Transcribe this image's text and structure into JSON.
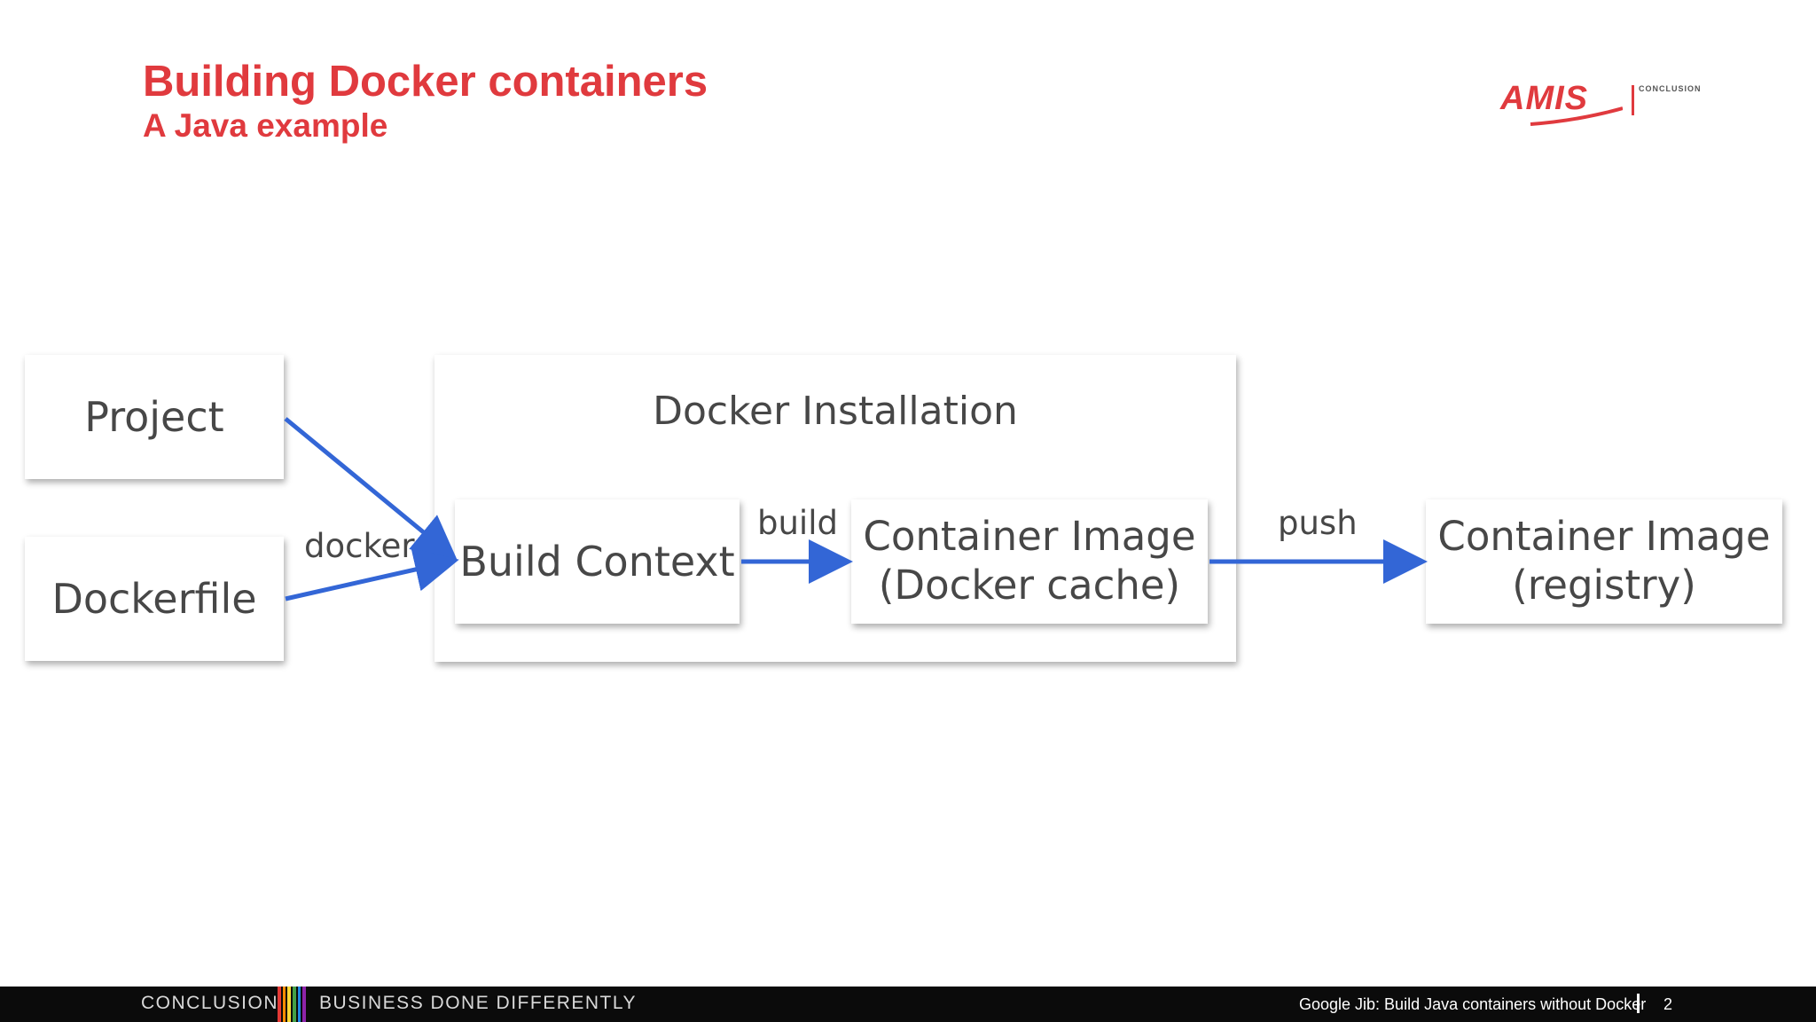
{
  "slide": {
    "title": "Building Docker containers",
    "subtitle": "A Java example"
  },
  "logo": {
    "text": "AMIS",
    "tag": "CONCLUSION"
  },
  "diagram": {
    "nodes": {
      "project": "Project",
      "dockerfile": "Dockerfile",
      "installation": "Docker Installation",
      "build_context": "Build Context",
      "container_cache": "Container Image\n(Docker cache)",
      "container_registry": "Container Image\n(registry)"
    },
    "edges": {
      "docker": "docker",
      "build": "build",
      "push": "push"
    },
    "edge_color": "#3366d6"
  },
  "footer": {
    "left": "CONCLUSION",
    "middle": "BUSINESS DONE DIFFERENTLY",
    "caption": "Google Jib: Build Java containers without Docker",
    "page": "2",
    "stripe_colors": [
      "#e53935",
      "#fb8c00",
      "#fdd835",
      "#43a047",
      "#1e88e5",
      "#8e24aa"
    ]
  }
}
